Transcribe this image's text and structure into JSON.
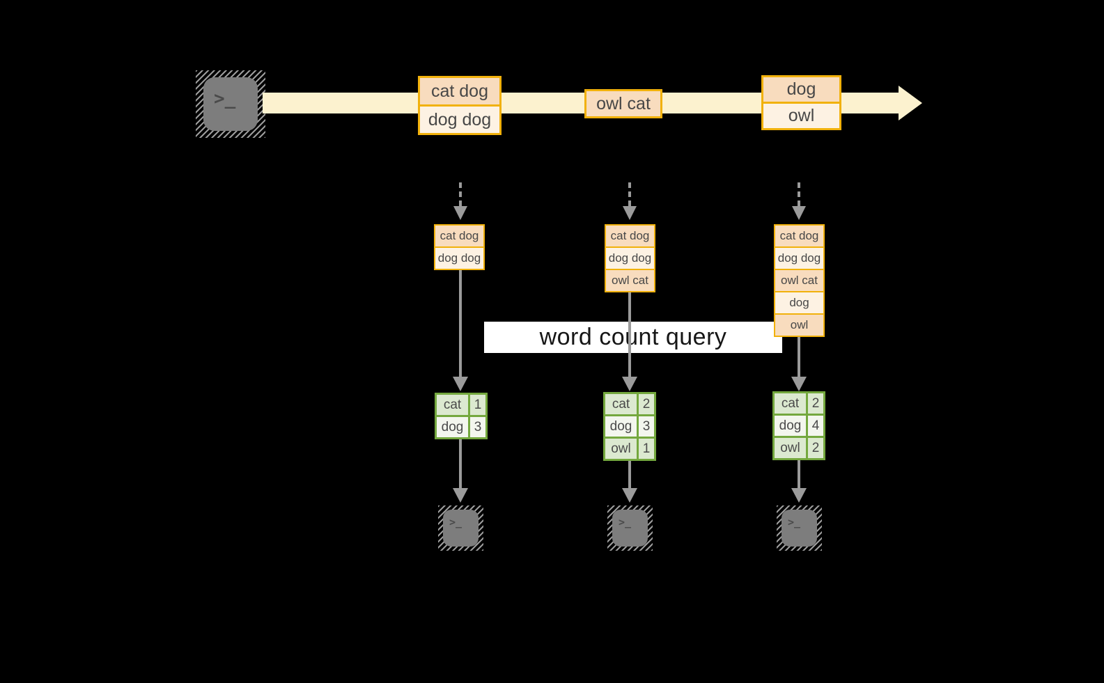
{
  "terminal_glyph": ">_",
  "stream": {
    "events": [
      {
        "lines": [
          "cat dog",
          "dog dog"
        ]
      },
      {
        "lines": [
          "owl cat"
        ]
      },
      {
        "lines": [
          "dog",
          "owl"
        ]
      }
    ]
  },
  "buffers": [
    {
      "lines": [
        "cat dog",
        "dog dog"
      ]
    },
    {
      "lines": [
        "cat dog",
        "dog dog",
        "owl cat"
      ]
    },
    {
      "lines": [
        "cat dog",
        "dog dog",
        "owl cat",
        "dog",
        "owl"
      ]
    }
  ],
  "query": {
    "label": "word count query"
  },
  "results": [
    {
      "rows": [
        {
          "word": "cat",
          "count": "1"
        },
        {
          "word": "dog",
          "count": "3"
        }
      ]
    },
    {
      "rows": [
        {
          "word": "cat",
          "count": "2"
        },
        {
          "word": "dog",
          "count": "3"
        },
        {
          "word": "owl",
          "count": "1"
        }
      ]
    },
    {
      "rows": [
        {
          "word": "cat",
          "count": "2"
        },
        {
          "word": "dog",
          "count": "4"
        },
        {
          "word": "owl",
          "count": "2"
        }
      ]
    }
  ],
  "colors": {
    "background": "#000000",
    "stream_fill": "#FCF2CF",
    "event_border": "#F1B10B",
    "event_fill_dark": "#F8DCBE",
    "event_fill_light": "#FDF2E3",
    "result_border": "#74A83E",
    "result_fill_green": "#DCE9D0",
    "result_fill_light": "#F3F6EE",
    "arrow_gray": "#9B9B9B",
    "terminal_gray": "#7D7D7D",
    "query_bg": "#FFFFFF",
    "cell_text": "#474747",
    "query_text": "#161616"
  }
}
